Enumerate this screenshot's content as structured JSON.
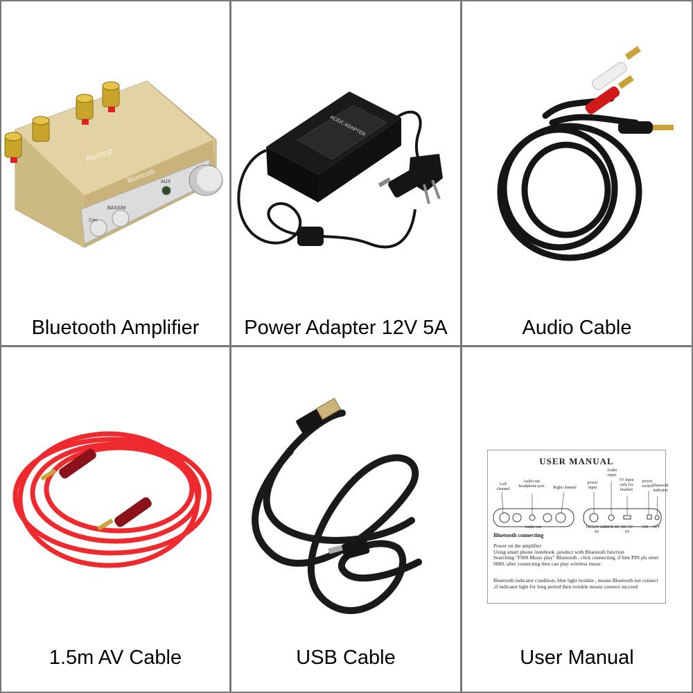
{
  "items": [
    {
      "caption": "Bluetooth Amplifier",
      "icon": "bluetooth-amplifier-photo"
    },
    {
      "caption": "Power Adapter 12V 5A",
      "icon": "power-adapter-photo"
    },
    {
      "caption": "Audio Cable",
      "icon": "rca-audio-cable-photo"
    },
    {
      "caption": "1.5m AV Cable",
      "icon": "aux-cable-photo"
    },
    {
      "caption": "USB Cable",
      "icon": "usb-cable-photo"
    },
    {
      "caption": "User Manual",
      "icon": "user-manual-photo"
    }
  ],
  "amplifier": {
    "brand": "Pastop",
    "bluetooth_label": "Bluetooth",
    "aux_label": "AUX",
    "bass_label": "BASS/M",
    "play_label": "⏻/⏯"
  },
  "adapter": {
    "label": "AC/DC ADAPTER"
  },
  "manual": {
    "title": "USER     MANUAL",
    "labels": {
      "left_channel": "Left channel",
      "audio_out": "Audio out headphone port",
      "right_channel": "Right channel",
      "power_input": "power input",
      "audio_input": "Audio input",
      "usb_input": "5V input only for headset",
      "power_switch": "power switch",
      "bt_indicator": "bluetooth indicator",
      "audio_out_small": "Audio out",
      "dc_in": "DC12V-24V IN",
      "aux_in": "AUX IN",
      "dc5v": "DC 5V IN",
      "on": "ON",
      "off": "OFF"
    },
    "section": "Bluetooth connecting",
    "para1": "Power on the amplifier\nUsing smart phone /notebook ,product with Bluetooth function\nSearching \"F900 Music play\" Bluetooth  , click connecting, if hint PIN pls enter 0000, after connecting then can play wireless music.",
    "para2": "Bluetooth    indicator condition, blue light twinkle  , means Bluetooth not connect ,if indicator light for long period then twinkle means connect succeed"
  },
  "colors": {
    "border": "#777777",
    "cable_red": "#e8202a",
    "cable_black": "#151515",
    "gold": "#d9c48a"
  }
}
